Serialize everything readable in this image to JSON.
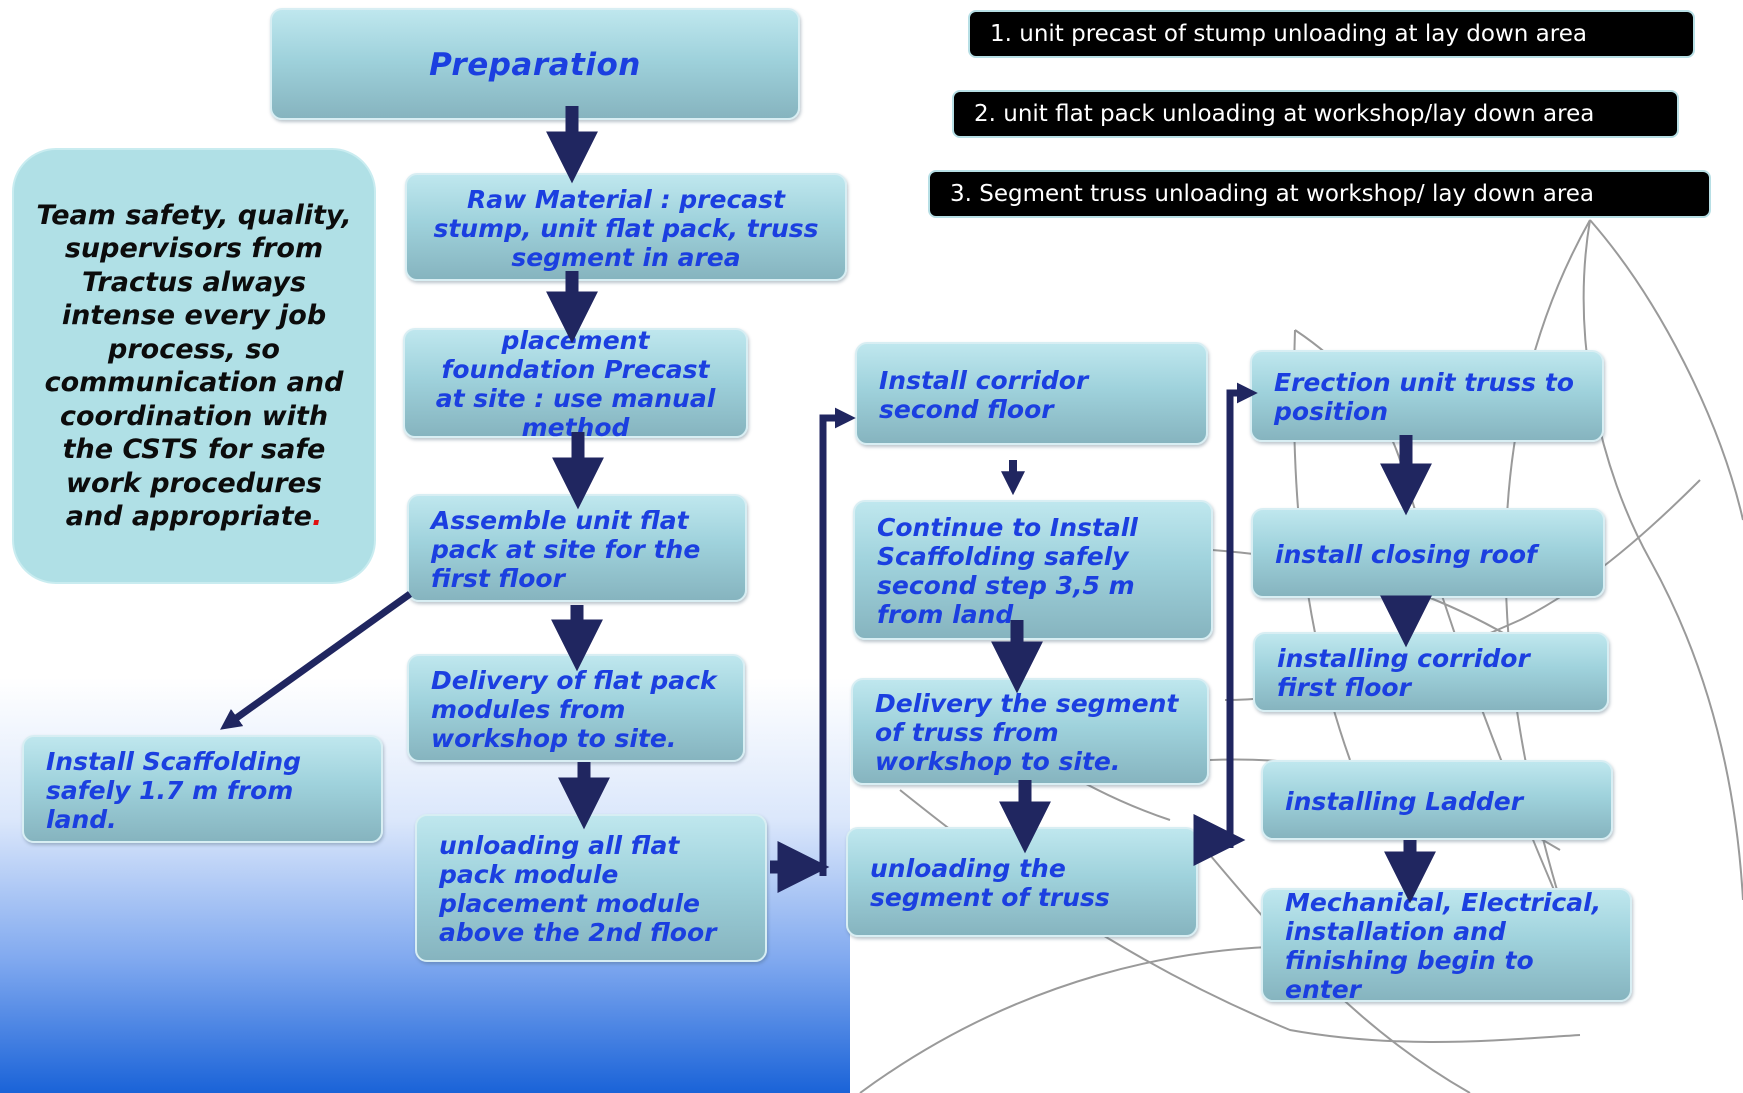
{
  "colors": {
    "box_fill_top": "#bfe7ee",
    "box_fill_bottom": "#86b4bf",
    "box_text": "#1b3fe0",
    "arrow": "#202660",
    "note_fill": "#b0e0e6",
    "banner_fill": "#000000",
    "gradient_bottom": "#1a63d8"
  },
  "title": "Preparation",
  "note": {
    "text": "Team safety,\nquality,\nsupervisors from\nTractus always\nintense every job\nprocess, so\ncommunication\nand coordination\nwith the CSTS for\nsafe work\nprocedures and\nappropriate",
    "end_mark": "."
  },
  "banners": [
    "1. unit precast of stump unloading at lay down area",
    "2. unit flat pack unloading at workshop/lay down area",
    "3. Segment truss unloading at workshop/ lay down area"
  ],
  "steps": {
    "raw_material": "Raw  Material : precast\nstump, unit flat pack, truss\nsegment in area",
    "placement_foundation": "placement\nfoundation Precast\nat site : use manual\nmethod",
    "assemble_flat_pack": "Assemble unit flat\npack at site for the\nfirst floor",
    "install_scaffolding": "Install Scaffolding\nsafely 1.7 m from\nland.",
    "delivery_flat_pack": "Delivery of flat pack\nmodules from\nworkshop to site.",
    "unloading_flat_pack": "unloading all flat\npack module\nplacement module\nabove the 2nd floor",
    "install_corridor_second": "Install corridor\nsecond floor",
    "continue_scaffolding": "Continue to Install\nScaffolding safely\nsecond  step  3,5  m\nfrom land",
    "delivery_truss": "Delivery the segment\nof truss from\nworkshop to site.",
    "unloading_truss": "unloading the\nsegment of truss",
    "erection_truss": "Erection unit truss  to\nposition",
    "closing_roof": "install closing roof",
    "corridor_first": "installing  corridor\nfirst floor",
    "ladder": "installing  Ladder",
    "mep": "Mechanical, Electrical,\ninstallation  and\nfinishing begin to enter"
  }
}
